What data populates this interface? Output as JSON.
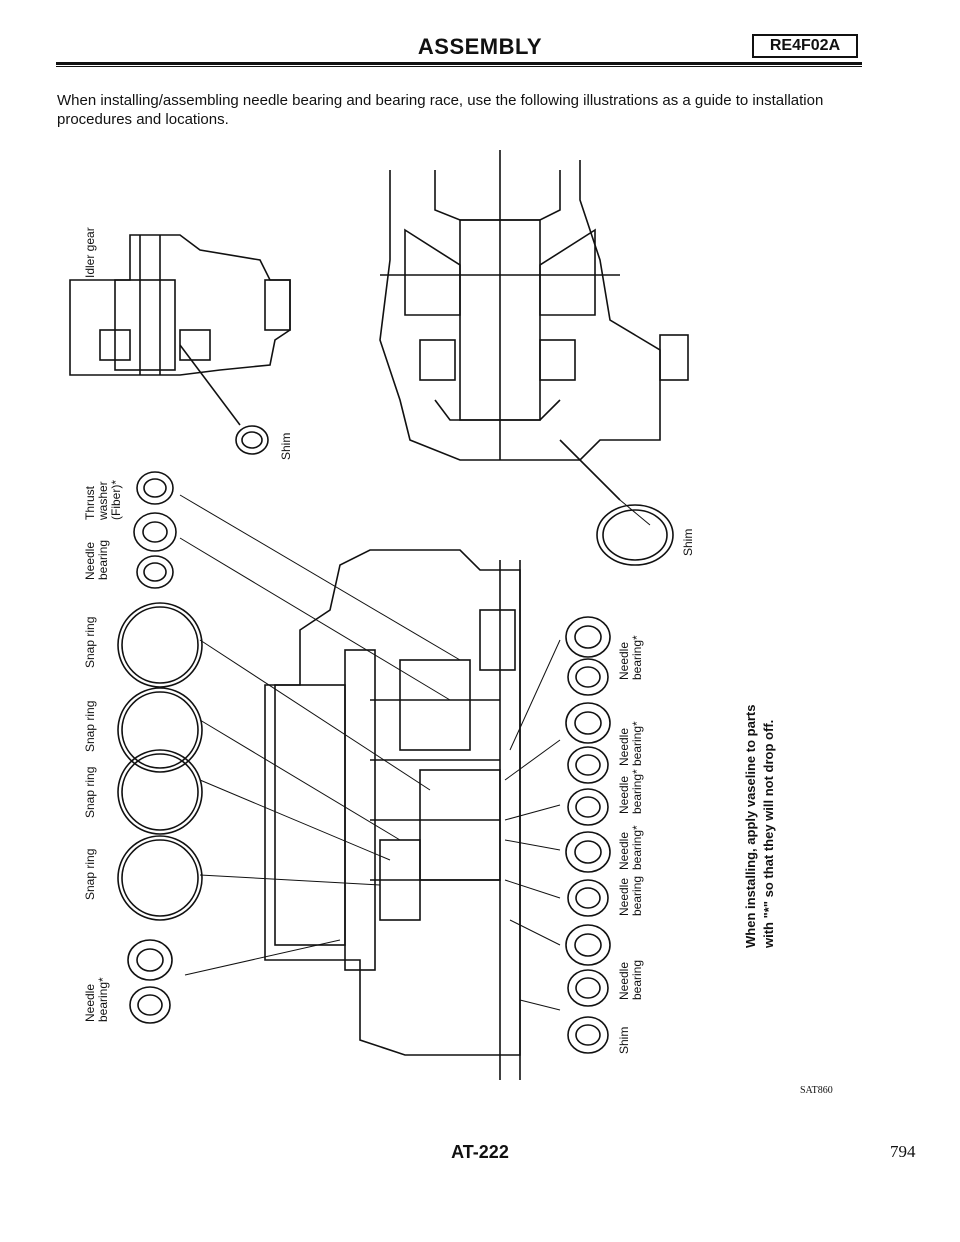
{
  "header": {
    "title": "ASSEMBLY",
    "model_code": "RE4F02A"
  },
  "intro": "When installing/assembling needle bearing and bearing race, use the following illustrations as a guide to installation procedures and locations.",
  "labels": {
    "idler_gear": "Idler gear",
    "shim": "Shim",
    "thrust_washer": [
      "Thrust",
      "washer",
      "(Fiber)*"
    ],
    "needle_bearing": [
      "Needle",
      "bearing"
    ],
    "needle_bearing_star": [
      "Needle",
      "bearing*"
    ],
    "snap_ring": "Snap ring"
  },
  "note": [
    "When installing, apply vaseline to parts",
    "with \"*\" so that they will not drop off."
  ],
  "figure_ref": "SAT860",
  "footer": {
    "page_code": "AT-222",
    "page_number": "794"
  }
}
